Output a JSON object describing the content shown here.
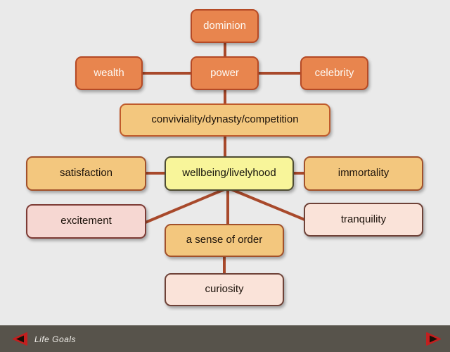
{
  "diagram": {
    "title": "Life Goals",
    "nodes": [
      {
        "id": "dominion",
        "label": "dominion"
      },
      {
        "id": "wealth",
        "label": "wealth"
      },
      {
        "id": "power",
        "label": "power"
      },
      {
        "id": "celebrity",
        "label": "celebrity"
      },
      {
        "id": "conviviality",
        "label": "conviviality/dynasty/competition"
      },
      {
        "id": "satisfaction",
        "label": "satisfaction"
      },
      {
        "id": "wellbeing",
        "label": "wellbeing/livelyhood"
      },
      {
        "id": "immortality",
        "label": "immortality"
      },
      {
        "id": "excitement",
        "label": "excitement"
      },
      {
        "id": "tranquility",
        "label": "tranquility"
      },
      {
        "id": "order",
        "label": "a sense of order"
      },
      {
        "id": "curiosity",
        "label": "curiosity"
      }
    ],
    "edges": [
      {
        "from": "dominion",
        "to": "power"
      },
      {
        "from": "wealth",
        "to": "power"
      },
      {
        "from": "power",
        "to": "celebrity"
      },
      {
        "from": "power",
        "to": "conviviality"
      },
      {
        "from": "conviviality",
        "to": "wellbeing"
      },
      {
        "from": "satisfaction",
        "to": "wellbeing"
      },
      {
        "from": "wellbeing",
        "to": "immortality"
      },
      {
        "from": "wellbeing",
        "to": "excitement"
      },
      {
        "from": "wellbeing",
        "to": "order"
      },
      {
        "from": "wellbeing",
        "to": "tranquility"
      },
      {
        "from": "order",
        "to": "curiosity"
      }
    ]
  },
  "footer": {
    "title": "Life Goals",
    "prev_icon": "left-play-arrow",
    "next_icon": "right-play-arrow"
  },
  "colors": {
    "background": "#eaeaea",
    "connector": "#a8492b",
    "node_orange_fill": "#e8854e",
    "node_orange_border": "#b54a26",
    "node_orange_text": "#fdf9f3",
    "node_tan_fill": "#f3c77e",
    "node_tan_border": "#a2512b",
    "node_yellow_fill": "#f8f59a",
    "node_yellow_border": "#4e4c33",
    "node_pink_fill": "#f6d7d2",
    "node_pink_border": "#7d3b35",
    "node_cream_fill": "#fae3d9",
    "node_cream_border": "#6e4238",
    "footer_bg": "#57534b",
    "footer_text": "#f0eee9",
    "arrow_red": "#c21f1f",
    "arrow_black": "#160f06"
  }
}
